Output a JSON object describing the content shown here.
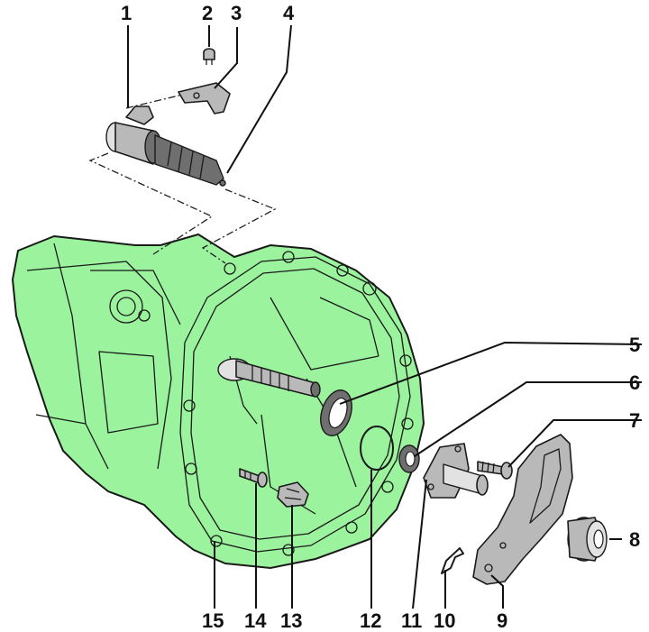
{
  "diagram": {
    "colors": {
      "housing_fill": "#9bf39d",
      "part_metal": "#b9b9b9",
      "line": "#1a1a1a",
      "background": "#ffffff"
    },
    "callouts": [
      "1",
      "2",
      "3",
      "4",
      "5",
      "6",
      "7",
      "8",
      "9",
      "10",
      "11",
      "12",
      "13",
      "14",
      "15"
    ]
  }
}
